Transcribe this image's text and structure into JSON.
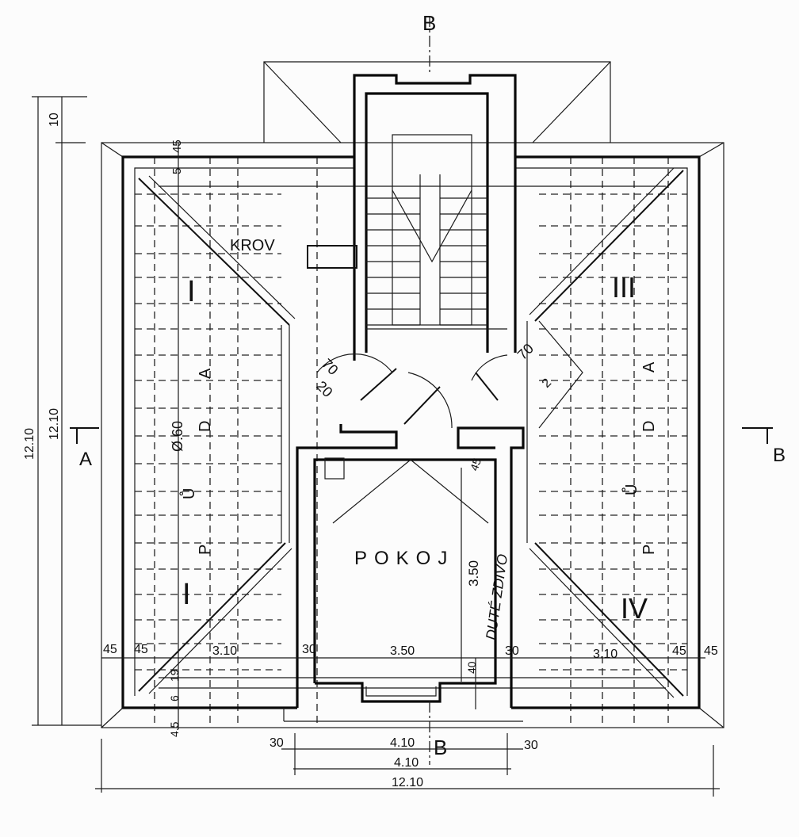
{
  "drawing": {
    "section_marks": {
      "top": "B",
      "bottom": "B",
      "left": "A",
      "right": "B"
    },
    "room_labels": {
      "roof": "KROV",
      "room": "POKOJ",
      "attic_left": [
        "P",
        "Ů",
        "D",
        "A"
      ],
      "attic_right": [
        "P",
        "Ů",
        "D",
        "A"
      ],
      "quadrant_top_left": "I",
      "quadrant_bottom_left": "I",
      "quadrant_top_right": "III",
      "quadrant_bottom_right": "IV",
      "column_note": "Ø.60",
      "hollow_wall": "DUTÉ ZDIVO",
      "door_left_a": "70",
      "door_left_b": "20",
      "door_right_a": "70",
      "door_right_b": "2"
    },
    "dimensions": {
      "left_total": "12.10",
      "left_inner": "12.10",
      "left_top": "10",
      "top_45": "45",
      "top_5": "5",
      "bottom_left_45a": "45",
      "bottom_left_45b": "45",
      "bottom_left_310": "3.10",
      "bottom_left_30": "30",
      "bottom_mid_350": "3.50",
      "bottom_right_30": "30",
      "bottom_right_310": "3.10",
      "bottom_right_45a": "45",
      "bottom_right_45b": "45",
      "side_19": "19",
      "side_6": "6",
      "side_45": "4.5",
      "room_40": "40",
      "room_height_350": "3.50",
      "room_diag_45": "45",
      "lower_30_left": "30",
      "lower_30_right": "30",
      "lower_410a": "4.10",
      "lower_410b": "4.10",
      "overall_1210": "12.10"
    }
  }
}
